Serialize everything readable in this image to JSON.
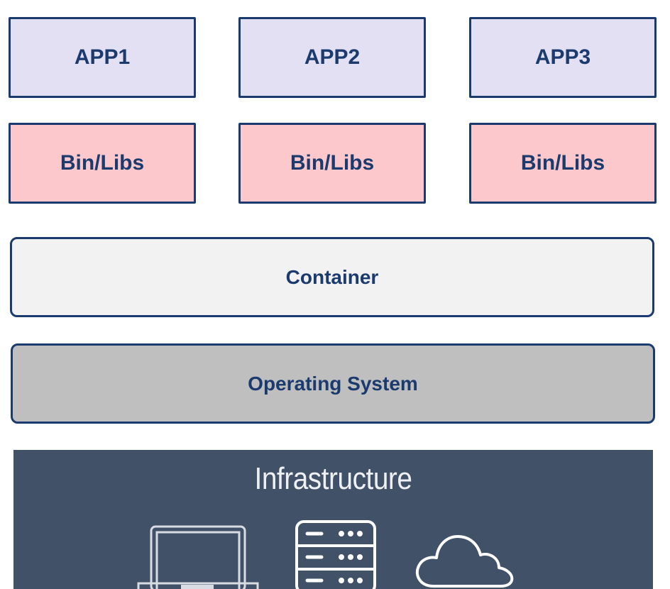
{
  "diagram": {
    "apps": [
      {
        "label": "APP1"
      },
      {
        "label": "APP2"
      },
      {
        "label": "APP3"
      }
    ],
    "bin_libs": [
      {
        "label": "Bin/Libs"
      },
      {
        "label": "Bin/Libs"
      },
      {
        "label": "Bin/Libs"
      }
    ],
    "container": {
      "label": "Container"
    },
    "operating_system": {
      "label": "Operating System"
    },
    "infrastructure": {
      "label": "Infrastructure",
      "icons": [
        "laptop-icon",
        "server-icon",
        "cloud-icon"
      ]
    }
  },
  "colors": {
    "outline": "#1b3a6e",
    "app_fill": "#e3e0f3",
    "bin_libs_fill": "#fcc8cb",
    "container_fill": "#f2f2f3",
    "os_fill": "#bfbfbf",
    "infrastructure_fill": "#415168",
    "infrastructure_text": "#eef0f3"
  }
}
